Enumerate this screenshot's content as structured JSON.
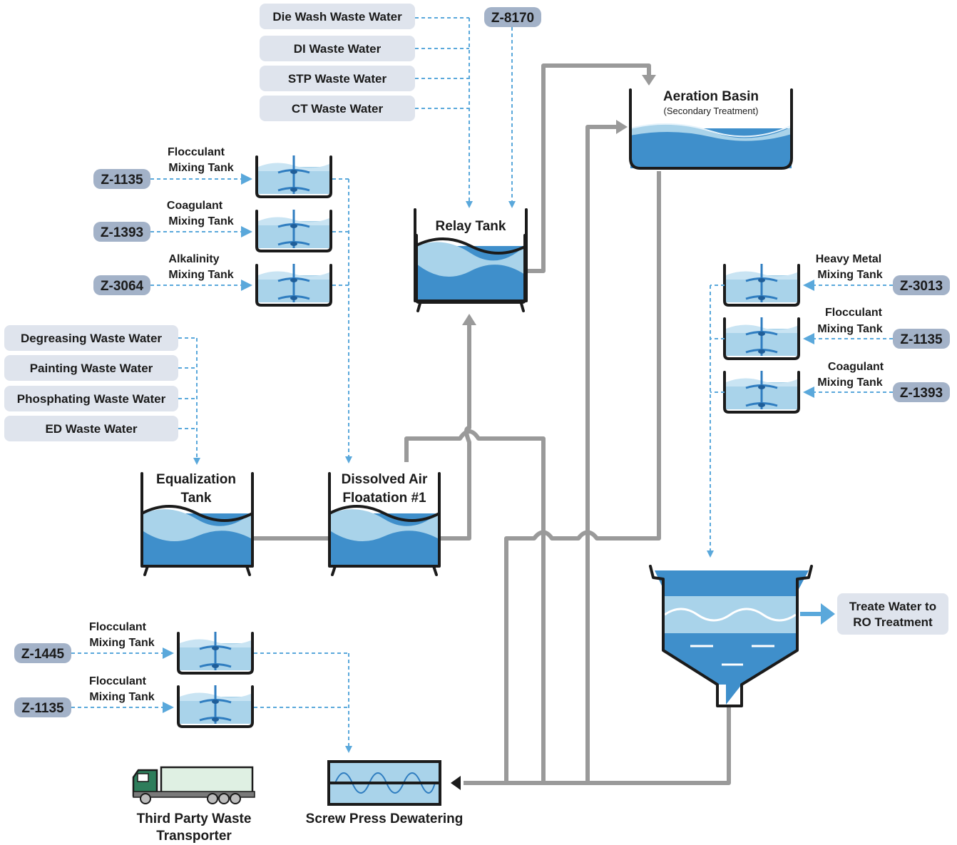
{
  "inputs_top": [
    "Die Wash Waste Water",
    "DI Waste Water",
    "STP Waste Water",
    "CT Waste Water"
  ],
  "inputs_left": [
    "Degreasing Waste Water",
    "Painting Waste Water",
    "Phosphating Waste Water",
    "ED Waste Water"
  ],
  "tags": {
    "top": "Z-8170",
    "left_group": [
      "Z-1135",
      "Z-1393",
      "Z-3064"
    ],
    "right_group": [
      "Z-3013",
      "Z-1135",
      "Z-1393"
    ],
    "bottom_group": [
      "Z-1445",
      "Z-1135"
    ]
  },
  "mixing_tanks": {
    "left_group": [
      {
        "line1": "Flocculant",
        "line2": "Mixing Tank"
      },
      {
        "line1": "Coagulant",
        "line2": "Mixing Tank"
      },
      {
        "line1": "Alkalinity",
        "line2": "Mixing Tank"
      }
    ],
    "right_group": [
      {
        "line1": "Heavy Metal",
        "line2": "Mixing Tank"
      },
      {
        "line1": "Flocculant",
        "line2": "Mixing Tank"
      },
      {
        "line1": "Coagulant",
        "line2": "Mixing Tank"
      }
    ],
    "bottom_group": [
      {
        "line1": "Flocculant",
        "line2": "Mixing Tank"
      },
      {
        "line1": "Flocculant",
        "line2": "Mixing Tank"
      }
    ]
  },
  "tanks": {
    "relay": "Relay Tank",
    "aeration_title": "Aeration Basin",
    "aeration_sub": "(Secondary Treatment)",
    "equalization_1": "Equalization",
    "equalization_2": "Tank",
    "daf_1": "Dissolved Air",
    "daf_2": "Floatation #1"
  },
  "outputs": {
    "ro_1": "Treate Water to",
    "ro_2": "RO Treatment",
    "screw_press": "Screw Press Dewatering",
    "transporter_1": "Third Party Waste",
    "transporter_2": "Transporter"
  },
  "colors": {
    "water_dark": "#3f8fcb",
    "water_light": "#a9d3ea",
    "pipe": "#9a9a9a",
    "flow_dash": "#5aa8db",
    "box_fill": "#dfe4ed",
    "tag_fill": "#a3b2c8",
    "truck_cab": "#2e7d5b",
    "truck_trailer": "#dff0e3"
  },
  "icons": [
    "mixer-tank-icon",
    "truck-icon",
    "screw-press-icon",
    "clarifier-icon"
  ]
}
